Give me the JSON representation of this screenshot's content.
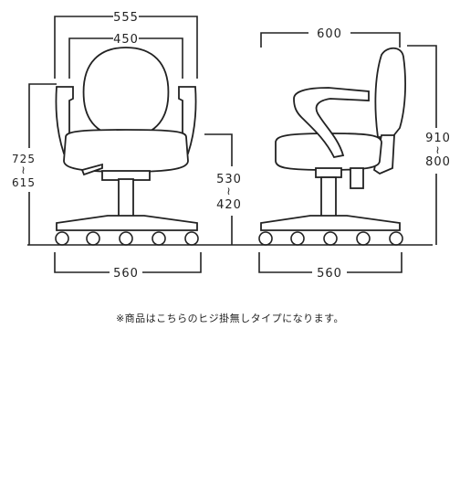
{
  "front": {
    "overall_width": "555",
    "back_width": "450",
    "base_width": "560",
    "height_max": "725",
    "height_min": "615",
    "range_mark": "≀"
  },
  "side": {
    "depth": "600",
    "base_width": "560",
    "seat_height_max": "530",
    "seat_height_min": "420",
    "height_max": "910",
    "height_min": "800",
    "range_mark": "≀"
  },
  "note": "※商品はこちらのヒジ掛無しタイプになります。"
}
